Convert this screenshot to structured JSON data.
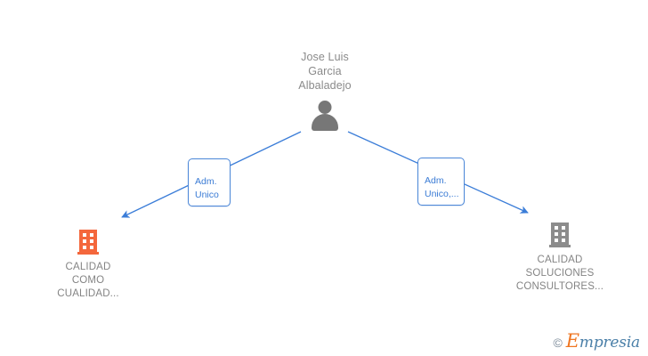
{
  "graph": {
    "person": {
      "name": "Jose Luis\nGarcia\nAlbaladejo",
      "icon": "person-avatar-icon",
      "text_color": "#8a8a8a"
    },
    "relations": [
      {
        "id": "left",
        "label": "Adm.\nUnico",
        "border_color": "#4a86d8",
        "text_color": "#3a7bd5"
      },
      {
        "id": "right",
        "label": "Adm.\nUnico,...",
        "border_color": "#4a86d8",
        "text_color": "#3a7bd5"
      }
    ],
    "companies": [
      {
        "id": "left",
        "name": "CALIDAD\nCOMO\nCUALIDAD...",
        "icon": "building-icon",
        "icon_color": "#f4673c",
        "text_color": "#848484"
      },
      {
        "id": "right",
        "name": "CALIDAD\nSOLUCIONES\nCONSULTORES...",
        "icon": "building-icon",
        "icon_color": "#8c8c8c",
        "text_color": "#848484"
      }
    ],
    "edge_color": "#3b7dd8"
  },
  "watermark": {
    "copyright": "©",
    "brand_initial": "E",
    "brand_rest": "mpresia",
    "brand_color": "#4a7fa8",
    "initial_color": "#ef7622"
  }
}
